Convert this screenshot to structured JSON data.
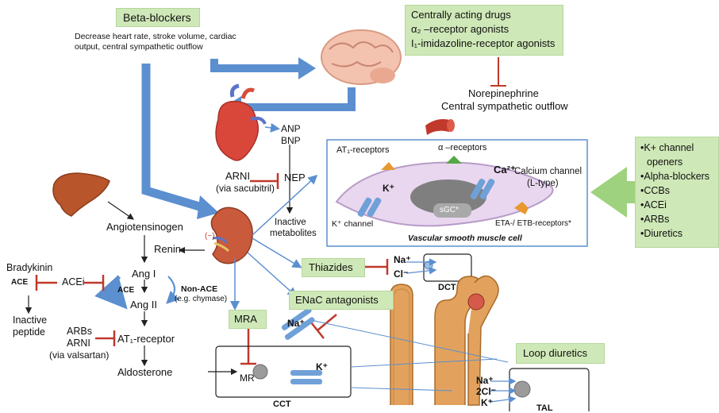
{
  "beta_blockers": {
    "title": "Beta-blockers",
    "desc_line1": "Decrease heart rate, stroke volume, cardiac",
    "desc_line2": "output, central sympathetic outflow"
  },
  "central": {
    "line1": "Centrally acting drugs",
    "line2": "α₂ –receptor agonists",
    "line3": "I₁-imidazoline-receptor agonists",
    "target_line1": "Norepinephrine",
    "target_line2": "Central sympathetic outflow"
  },
  "heart": {
    "anp": "ANP",
    "bnp": "BNP",
    "arni": "ARNI",
    "arni_sub": "(via sacubitril)",
    "nep": "NEP",
    "inactive_line1": "Inactive",
    "inactive_line2": "metabolites"
  },
  "vsmc": {
    "at1": "AT₁-receptors",
    "alpha": "α –receptors",
    "ca": "Ca²⁺",
    "ca_channel_line1": "Calcium channel",
    "ca_channel_line2": "(L-type)",
    "k": "K⁺",
    "k_channel": "K⁺ channel",
    "sgc": "sGC*",
    "eta": "ETA-/ ETB-receptors*",
    "caption": "Vascular smooth muscle cell"
  },
  "right_list": {
    "items": [
      "•K+ channel",
      "openers",
      "•Alpha-blockers",
      "•CCBs",
      "•ACEi",
      "•ARBs",
      "•Diuretics"
    ]
  },
  "raas": {
    "angiotensinogen": "Angiotensinogen",
    "renin": "Renin",
    "renin_inhibit": "(−)",
    "bradykinin": "Bradykinin",
    "ace_left": "ACE",
    "acei": "ACEi",
    "ace_inner": "ACE",
    "ang1": "Ang I",
    "ang2": "Ang II",
    "non_ace_line1": "Non-ACE",
    "non_ace_line2": "(e.g. chymase)",
    "inactive_peptide_line1": "Inactive",
    "inactive_peptide_line2": "peptide",
    "arbs": "ARBs",
    "arni": "ARNI",
    "arni_sub": "(via valsartan)",
    "at1_receptor": "AT₁-receptor",
    "aldosterone": "Aldosterone"
  },
  "kidney": {
    "thiazides": "Thiazides",
    "na_dct": "Na⁺",
    "cl_dct": "Cl⁻",
    "dct": "DCT",
    "enac": "ENaC antagonists",
    "mra": "MRA",
    "na_cct": "Na⁺",
    "mr": "MR",
    "k_cct": "K⁺",
    "cct": "CCT",
    "loop": "Loop diuretics",
    "na_tal": "Na⁺",
    "cl_tal": "2Cl⁻",
    "k_tal": "K⁺",
    "tal": "TAL"
  },
  "colors": {
    "green_box": "#cfe8b8",
    "blue_arrow": "#5b8fd0",
    "inhibit_red": "#c0392b",
    "cell_fill": "#e9d7f0",
    "nucleus": "#7f7f7f"
  }
}
